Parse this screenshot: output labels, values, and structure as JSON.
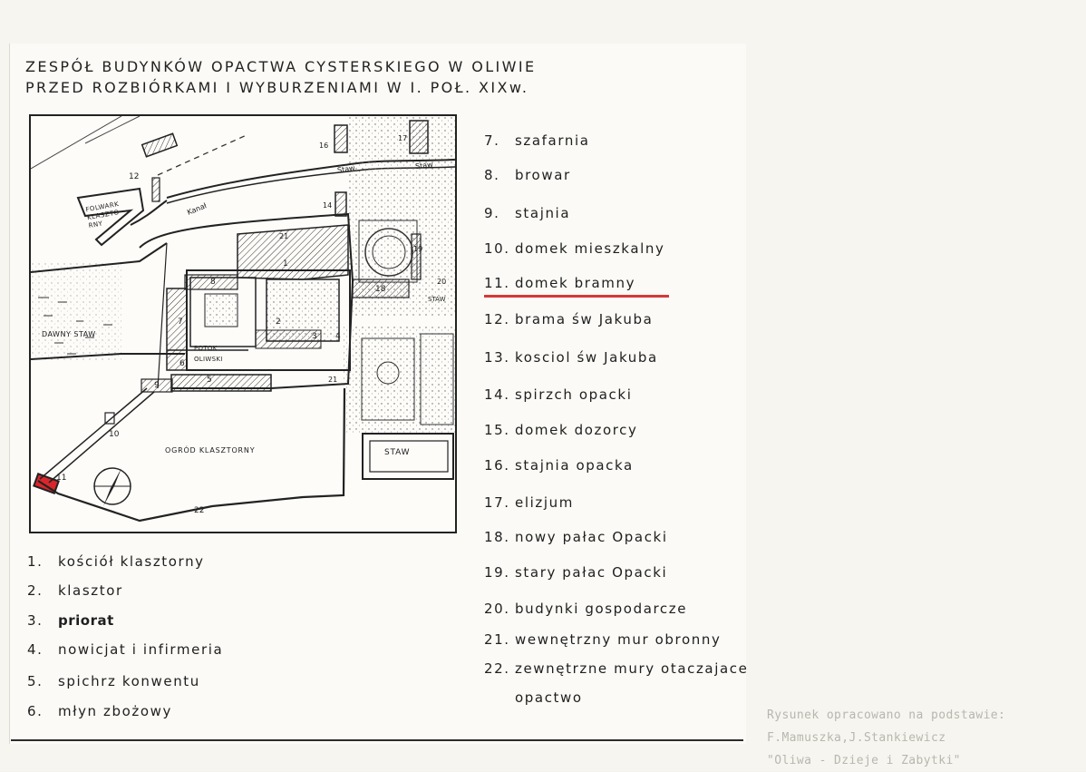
{
  "title": {
    "line1": "ZESPÓŁ BUDYNKÓW OPACTWA CYSTERSKIEGO W OLIWIE",
    "line2": "PRZED ROZBIÓRKAMI I WYBURZENIAMI W I. POŁ. XIXw."
  },
  "map_labels": {
    "folwark": [
      "FOLWARK",
      "KLASZTO",
      "RNY"
    ],
    "dawny_staw": "DAWNY STAW",
    "kanal": "Kanał",
    "staw": "Staw",
    "staw_bottom": "STAW",
    "potok": [
      "POTOK",
      "OLIWSKI"
    ],
    "ogrod": "OGRÓD KLASZTORNY"
  },
  "map_numbers": [
    "1",
    "2",
    "3",
    "4",
    "5",
    "6",
    "7",
    "8",
    "9",
    "10",
    "11",
    "12",
    "14",
    "16",
    "17",
    "18",
    "19",
    "20",
    "21",
    "21",
    "22"
  ],
  "legend_left": [
    {
      "num": "1.",
      "text": "kościół klasztorny",
      "bold": false
    },
    {
      "num": "2.",
      "text": "klasztor",
      "bold": false
    },
    {
      "num": "3.",
      "text": "priorat",
      "bold": true
    },
    {
      "num": "4.",
      "text": "nowicjat i infirmeria",
      "bold": false
    },
    {
      "num": "5.",
      "text": "spichrz konwentu",
      "bold": false
    },
    {
      "num": "6.",
      "text": "młyn zbożowy",
      "bold": false
    }
  ],
  "legend_right": [
    {
      "num": "7.",
      "text": "szafarnia"
    },
    {
      "num": "8.",
      "text": "browar"
    },
    {
      "num": "9.",
      "text": "stajnia"
    },
    {
      "num": "10.",
      "text": "domek mieszkalny"
    },
    {
      "num": "11.",
      "text": "domek bramny",
      "highlight": true
    },
    {
      "num": "12.",
      "text": "brama św Jakuba"
    },
    {
      "num": "13.",
      "text": "kosciol św Jakuba"
    },
    {
      "num": "14.",
      "text": "spirzch opacki"
    },
    {
      "num": "15.",
      "text": "domek dozorcy"
    },
    {
      "num": "16.",
      "text": "stajnia opacka"
    },
    {
      "num": "17.",
      "text": "elizjum"
    },
    {
      "num": "18.",
      "text": "nowy pałac Opacki"
    },
    {
      "num": "19.",
      "text": "stary pałac Opacki"
    },
    {
      "num": "20.",
      "text": "budynki gospodarcze"
    },
    {
      "num": "21.",
      "text": "wewnętrzny mur obronny"
    },
    {
      "num": "22.",
      "text": "zewnętrzne mury otaczajace"
    },
    {
      "num": "",
      "text": "opactwo"
    }
  ],
  "credit": {
    "line1": "Rysunek opracowano na podstawie:",
    "line2": "F.Mamuszka,J.Stankiewicz",
    "line3": "\"Oliwa - Dzieje i Zabytki\""
  },
  "colors": {
    "ink": "#1c1c1c",
    "highlight_red": "#d63838",
    "building_11_fill": "#d9262a",
    "credit_grey": "#b9b6ad"
  }
}
